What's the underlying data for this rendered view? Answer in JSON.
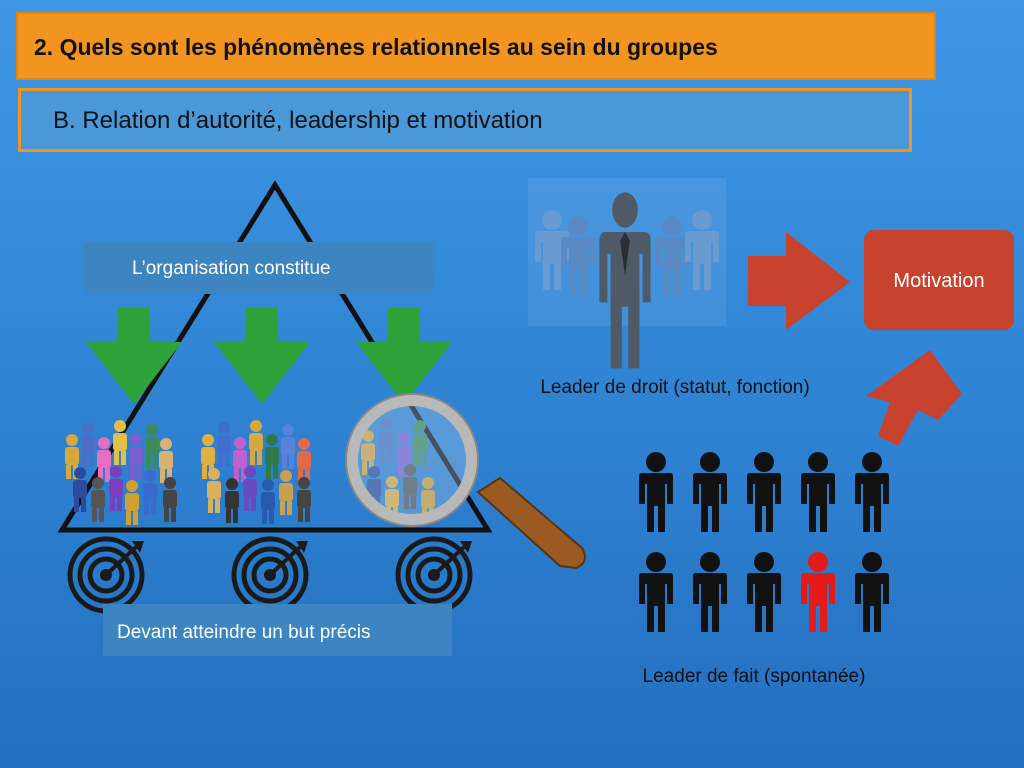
{
  "header": {
    "title": "2. Quels sont les phénomènes relationnels au sein du groupes",
    "subtitle": "B. Relation d’autorité, leadership et motivation"
  },
  "diagram": {
    "organisation_label": "L’organisation constitue",
    "goal_label": "Devant atteindre un but précis",
    "leader_droit_label": "Leader de droit (statut, fonction)",
    "leader_fait_label": "Leader de fait (spontanée)",
    "motivation_label": "Motivation"
  },
  "colors": {
    "orange": "#f29520",
    "green_arrow": "#2ea33a",
    "red_arrow": "#c7432e",
    "leader_red": "#e21a1a"
  }
}
